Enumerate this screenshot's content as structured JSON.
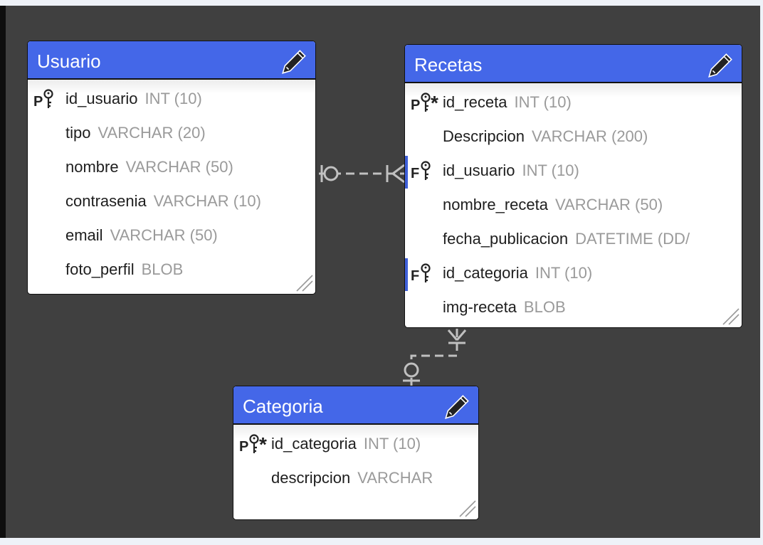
{
  "tables": {
    "usuario": {
      "title": "Usuario",
      "columns": [
        {
          "key": "P",
          "name": "id_usuario",
          "type": "INT (10)"
        },
        {
          "key": "",
          "name": "tipo",
          "type": "VARCHAR (20)"
        },
        {
          "key": "",
          "name": "nombre",
          "type": "VARCHAR (50)"
        },
        {
          "key": "",
          "name": "contrasenia",
          "type": "VARCHAR (10)"
        },
        {
          "key": "",
          "name": "email",
          "type": "VARCHAR (50)"
        },
        {
          "key": "",
          "name": "foto_perfil",
          "type": "BLOB"
        }
      ]
    },
    "recetas": {
      "title": "Recetas",
      "columns": [
        {
          "key": "P",
          "name": "id_receta",
          "type": "INT (10)"
        },
        {
          "key": "",
          "name": "Descripcion",
          "type": "VARCHAR (200)"
        },
        {
          "key": "F",
          "name": "id_usuario",
          "type": "INT (10)"
        },
        {
          "key": "",
          "name": "nombre_receta",
          "type": "VARCHAR (50)"
        },
        {
          "key": "",
          "name": "fecha_publicacion",
          "type": "DATETIME (DD/"
        },
        {
          "key": "F",
          "name": "id_categoria",
          "type": "INT (10)"
        },
        {
          "key": "",
          "name": "img-receta",
          "type": "BLOB"
        }
      ]
    },
    "categoria": {
      "title": "Categoria",
      "columns": [
        {
          "key": "P",
          "name": "id_categoria",
          "type": "INT (10)"
        },
        {
          "key": "",
          "name": "descripcion",
          "type": "VARCHAR"
        }
      ]
    }
  },
  "key_markers": {
    "primary": "P",
    "foreign": "F",
    "star": "*"
  },
  "colors": {
    "canvas": "#404040",
    "header": "#4467e8",
    "connector": "#c0c0c0",
    "fk_marker": "#3e5fd8",
    "type_text": "#9a9a9a"
  },
  "icons": [
    "pencil-icon",
    "key-icon",
    "resize-grip-icon"
  ]
}
